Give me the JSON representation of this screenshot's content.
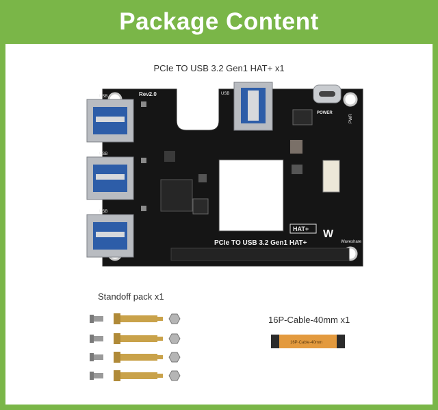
{
  "banner": {
    "title": "Package Content"
  },
  "items": {
    "board_label": "PCIe TO USB 3.2 Gen1 HAT+ x1",
    "standoff_label": "Standoff pack x1",
    "cable_label": "16P-Cable-40mm x1"
  },
  "board_silkscreen": {
    "rev": "Rev2.0",
    "usb_tag": "USB",
    "power": "POWER",
    "pwr": "PWR",
    "title": "PCIe TO USB 3.2 Gen1 HAT+",
    "hat": "HAT+",
    "brand": "Waveshare"
  },
  "cable_print": "16P-Cable-40mm",
  "colors": {
    "accent": "#7ab648",
    "pcb": "#141414",
    "brass": "#c9a24a",
    "cable": "#e39a3e"
  }
}
